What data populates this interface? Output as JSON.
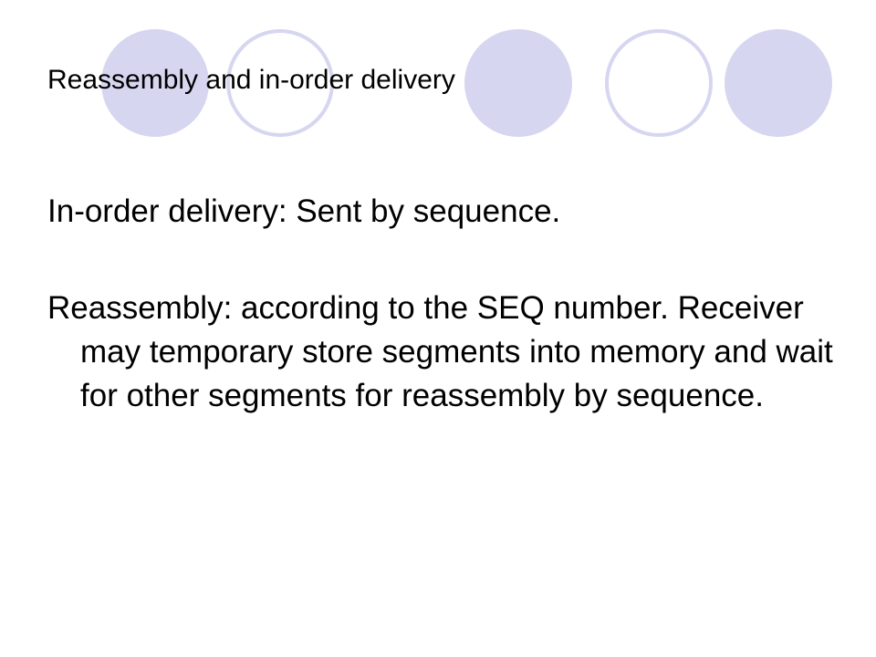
{
  "slide": {
    "title": "Reassembly and in-order delivery",
    "bullets": [
      "In-order delivery: Sent by sequence.",
      "Reassembly: according to the SEQ number. Receiver may temporary store segments into memory and wait for other segments for reassembly by sequence."
    ]
  },
  "theme": {
    "circle_fill": "#d6d6f0",
    "circle_outline": "#d6d6f0",
    "background": "#ffffff",
    "text": "#000000"
  }
}
